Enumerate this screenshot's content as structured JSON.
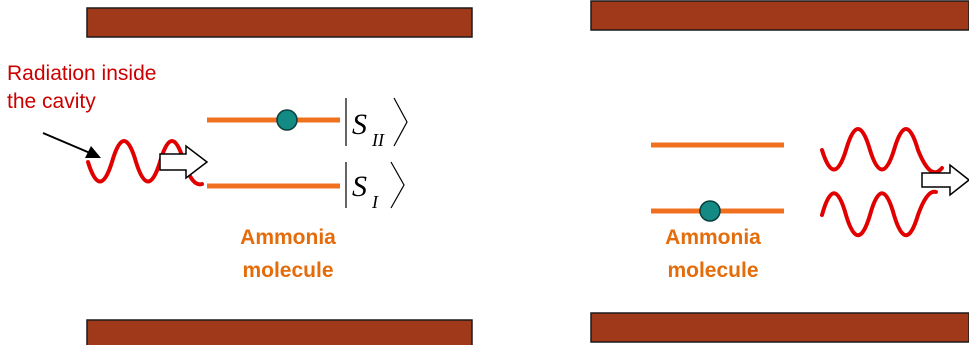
{
  "diagram": {
    "colors": {
      "plate_fill": "#a0391a",
      "plate_stroke": "#1a1a1a",
      "level_line": "#f07020",
      "molecule_fill": "#138a84",
      "wave": "#e00000",
      "arrow_stroke": "#000000",
      "arrow_fill": "#ffffff"
    },
    "left_panel": {
      "radiation_label_line1": "Radiation inside",
      "radiation_label_line2": "the cavity",
      "state_upper": {
        "symbol": "S",
        "subscript": "II"
      },
      "state_lower": {
        "symbol": "S",
        "subscript": "I"
      },
      "molecule_label_line1": "Ammonia",
      "molecule_label_line2": "molecule",
      "molecule_level": "upper"
    },
    "right_panel": {
      "molecule_label_line1": "Ammonia",
      "molecule_label_line2": "molecule",
      "molecule_level": "lower"
    }
  }
}
